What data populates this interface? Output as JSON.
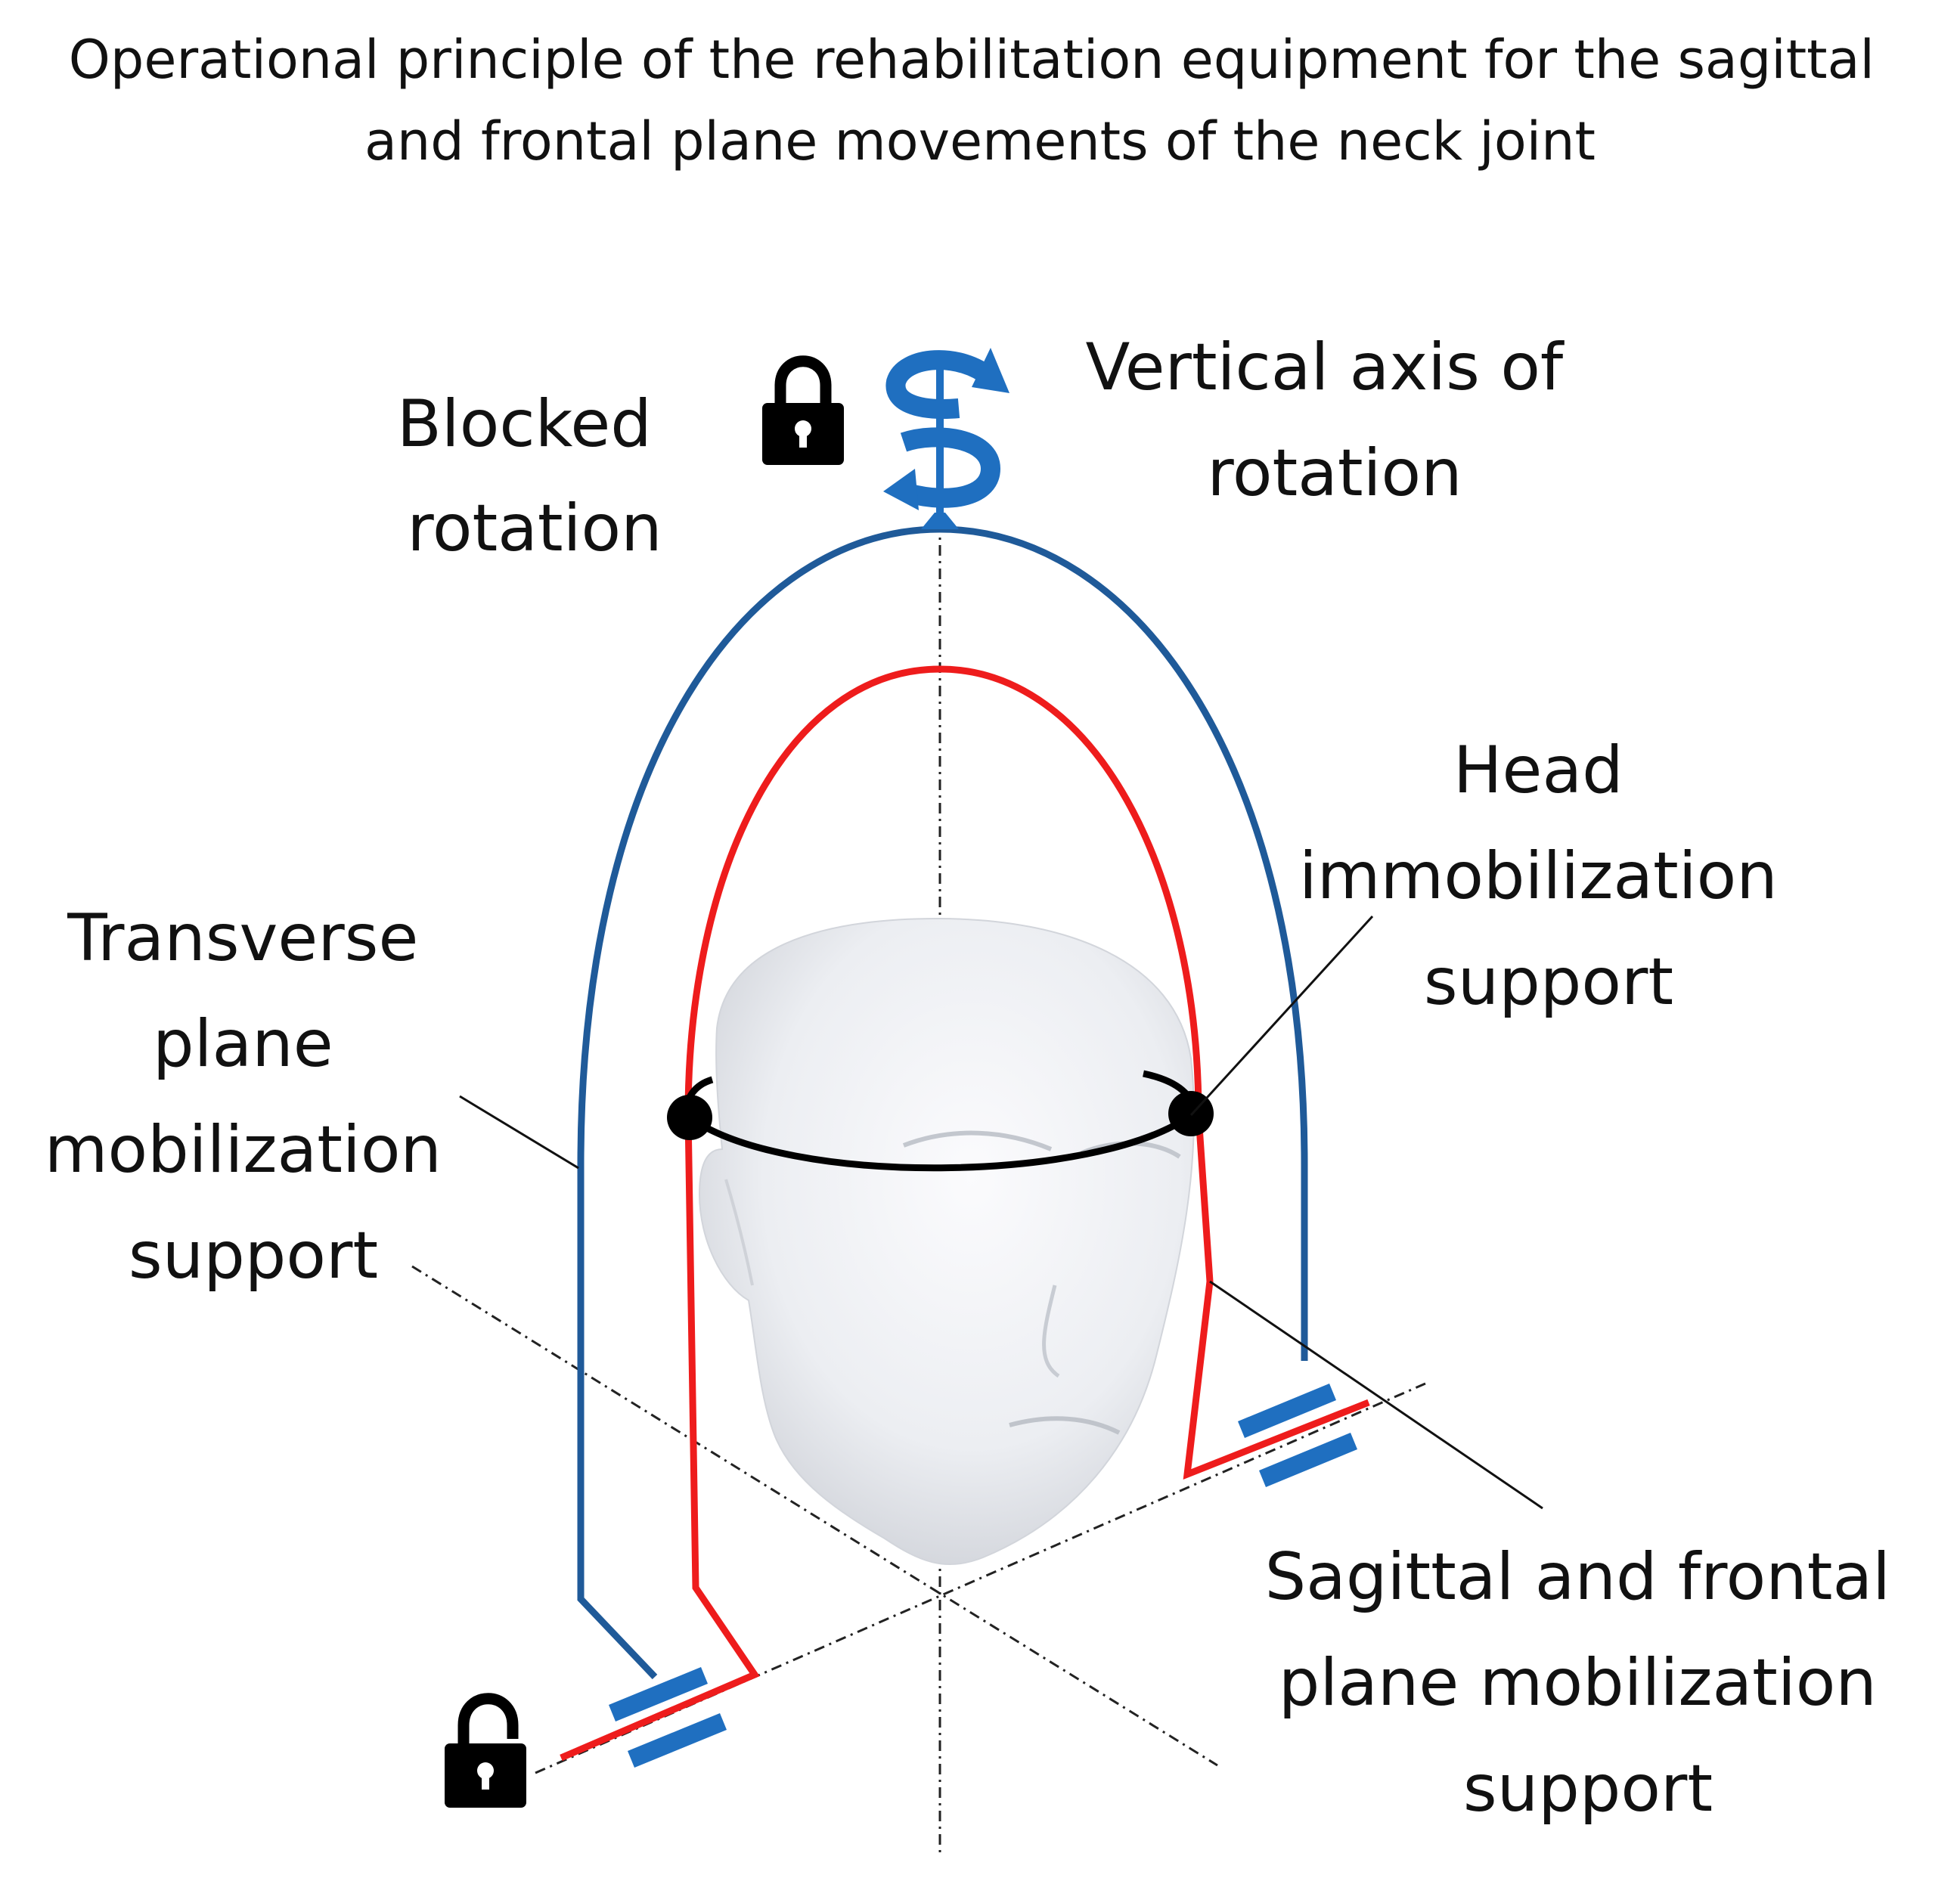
{
  "title": {
    "line1": "Operational principle of the rehabilitation equipment for the sagittal",
    "line2": "and frontal plane movements of the neck joint"
  },
  "labels": {
    "blocked_rotation": [
      "Blocked",
      "rotation"
    ],
    "vertical_axis": [
      "Vertical axis of",
      "rotation"
    ],
    "head_support": [
      "Head",
      "immobilization",
      "support"
    ],
    "transverse_support": [
      "Transverse",
      "plane",
      "mobilization",
      "support"
    ],
    "sagittal_support": [
      "Sagittal and frontal",
      "plane mobilization",
      "support"
    ]
  },
  "icons": {
    "locked": "padlock-closed-icon",
    "unlocked": "padlock-open-icon",
    "rotation": "rotation-arrows-icon"
  },
  "colors": {
    "outer_frame": "#1f5a99",
    "inner_frame": "#ee1c1c",
    "bearing": "#1f6fc0",
    "joint": "#000000",
    "head": "#eceef2"
  }
}
